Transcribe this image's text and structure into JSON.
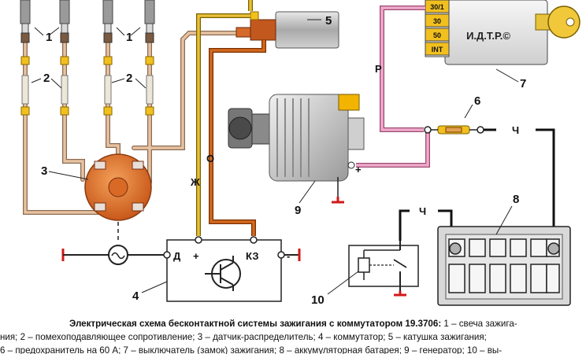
{
  "numbers": {
    "n1a": "1",
    "n1b": "1",
    "n2a": "2",
    "n2b": "2",
    "n3": "3",
    "n4": "4",
    "n5": "5",
    "n6": "6",
    "n7": "7",
    "n8": "8",
    "n9": "9",
    "n10": "10"
  },
  "wire_labels": {
    "r": "Р",
    "zh": "Ж",
    "o": "О",
    "ch1": "Ч",
    "ch2": "Ч"
  },
  "commutator": {
    "d": "Д",
    "plus": "+",
    "kz": "КЗ",
    "minus": "-"
  },
  "alternator": {
    "plus": "+"
  },
  "ignition_switch": {
    "t1": "30/1",
    "t2": "30",
    "t3": "50",
    "t4": "INT",
    "brand": "И.Д.Т.Р.©"
  },
  "caption": {
    "title": "Электрическая схема бесконтактной системы зажигания с коммутатором 19.3706:",
    "line1_rest": " 1 – свеча зажига-",
    "line2": "ния; 2 – помехоподавляющее сопротивление; 3 – датчик-распределитель; 4 – коммутатор; 5 – катушка зажигания;",
    "line3": "6 – предохранитель на 60 А; 7 – выключатель (замок) зажигания; 8 – аккумуляторная батарея; 9 – генератор; 10 – вы-"
  },
  "colors": {
    "hv_wire": "#d4a884",
    "wire_o": "#d2691e",
    "wire_zh": "#e8c03a",
    "wire_r": "#e6a0c0",
    "wire_ch": "#111111",
    "ground": "#d11a1a",
    "distributor": "#e07a2a",
    "coil": "#b0b0b0"
  }
}
